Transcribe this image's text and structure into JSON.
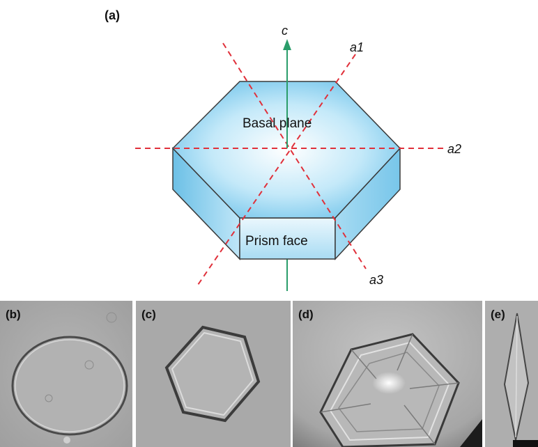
{
  "panels": {
    "a": "(a)",
    "b": "(b)",
    "c": "(c)",
    "d": "(d)",
    "e": "(e)"
  },
  "axes": {
    "c": "c",
    "a1": "a1",
    "a2": "a2",
    "a3": "a3"
  },
  "faces": {
    "basal": "Basal plane",
    "prism": "Prism face"
  },
  "colors": {
    "hexagon_fill": "#8fd3f0",
    "dashed_axes": "#e0303a",
    "c_axis": "#2a9d6a",
    "outline": "#3a3a3a",
    "photo_background": "#a8a8a8"
  }
}
